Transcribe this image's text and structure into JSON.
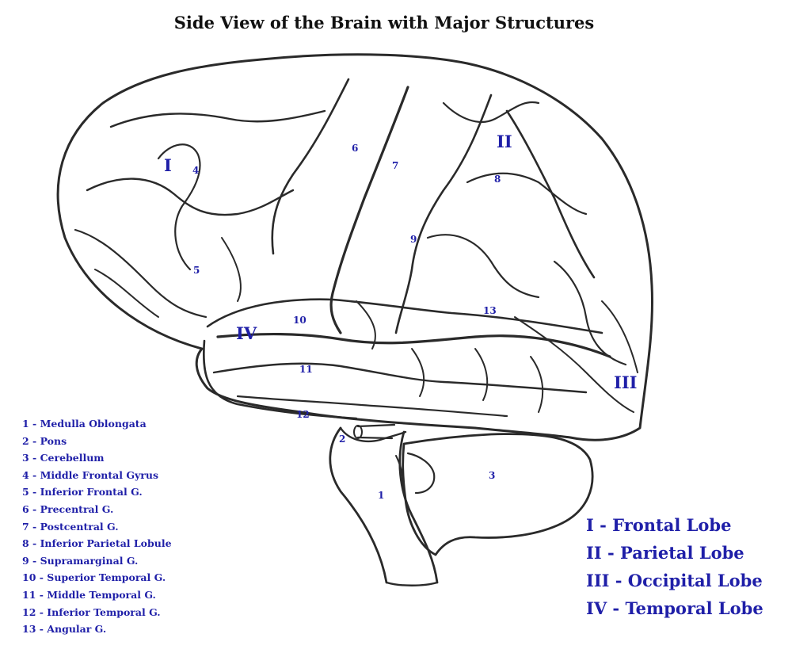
{
  "title": "Side View of the Brain with Major Structures",
  "numbers": {
    "n1": "1",
    "n2": "2",
    "n3": "3",
    "n4": "4",
    "n5": "5",
    "n6": "6",
    "n7": "7",
    "n8": "8",
    "n9": "9",
    "n10": "10",
    "n11": "11",
    "n12": "12",
    "n13": "13"
  },
  "lobe_markers": {
    "I": "I",
    "II": "II",
    "III": "III",
    "IV": "IV"
  },
  "structures_legend": [
    "1 - Medulla Oblongata",
    "2 - Pons",
    "3 - Cerebellum",
    "4 - Middle Frontal Gyrus",
    "5 - Inferior Frontal G.",
    "6 - Precentral G.",
    "7 - Postcentral G.",
    "8 - Inferior Parietal Lobule",
    "9 - Supramarginal G.",
    "10 - Superior Temporal G.",
    "11 - Middle Temporal G.",
    "12 - Inferior Temporal G.",
    "13 - Angular G."
  ],
  "lobes_legend": [
    "I - Frontal Lobe",
    "II - Parietal Lobe",
    "III - Occipital Lobe",
    "IV - Temporal Lobe"
  ],
  "colors": {
    "label": "#1f1fa8",
    "outline": "#2a2a2a",
    "title": "#111111"
  }
}
